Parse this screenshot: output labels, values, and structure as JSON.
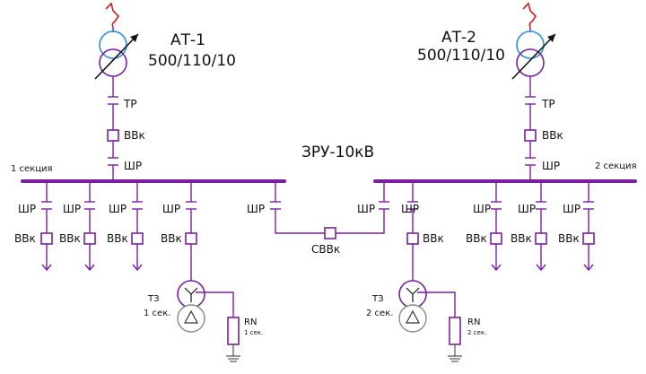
{
  "transformers": [
    {
      "name": "АТ-1",
      "ratio": "500/110/10"
    },
    {
      "name": "АТ-2",
      "ratio": "500/110/10"
    }
  ],
  "switchgear_title": "ЗРУ-10кВ",
  "sections": {
    "left": "1 секция",
    "right": "2 секция"
  },
  "labels": {
    "tr": "ТР",
    "breaker": "ВВк",
    "bus_disconnector": "ШР",
    "sectional_breaker": "СВВк",
    "grounding_transformer": "ТЗ",
    "resistor": "RN"
  },
  "grounding": [
    {
      "tz_section": "1 сек.",
      "rn_section": "1 сек."
    },
    {
      "tz_section": "2 сек.",
      "rn_section": "2 сек."
    }
  ],
  "colors": {
    "main": "#7a1fa2",
    "blue": "#2c8ed6",
    "red": "#d11f1f",
    "gray": "#888888"
  }
}
